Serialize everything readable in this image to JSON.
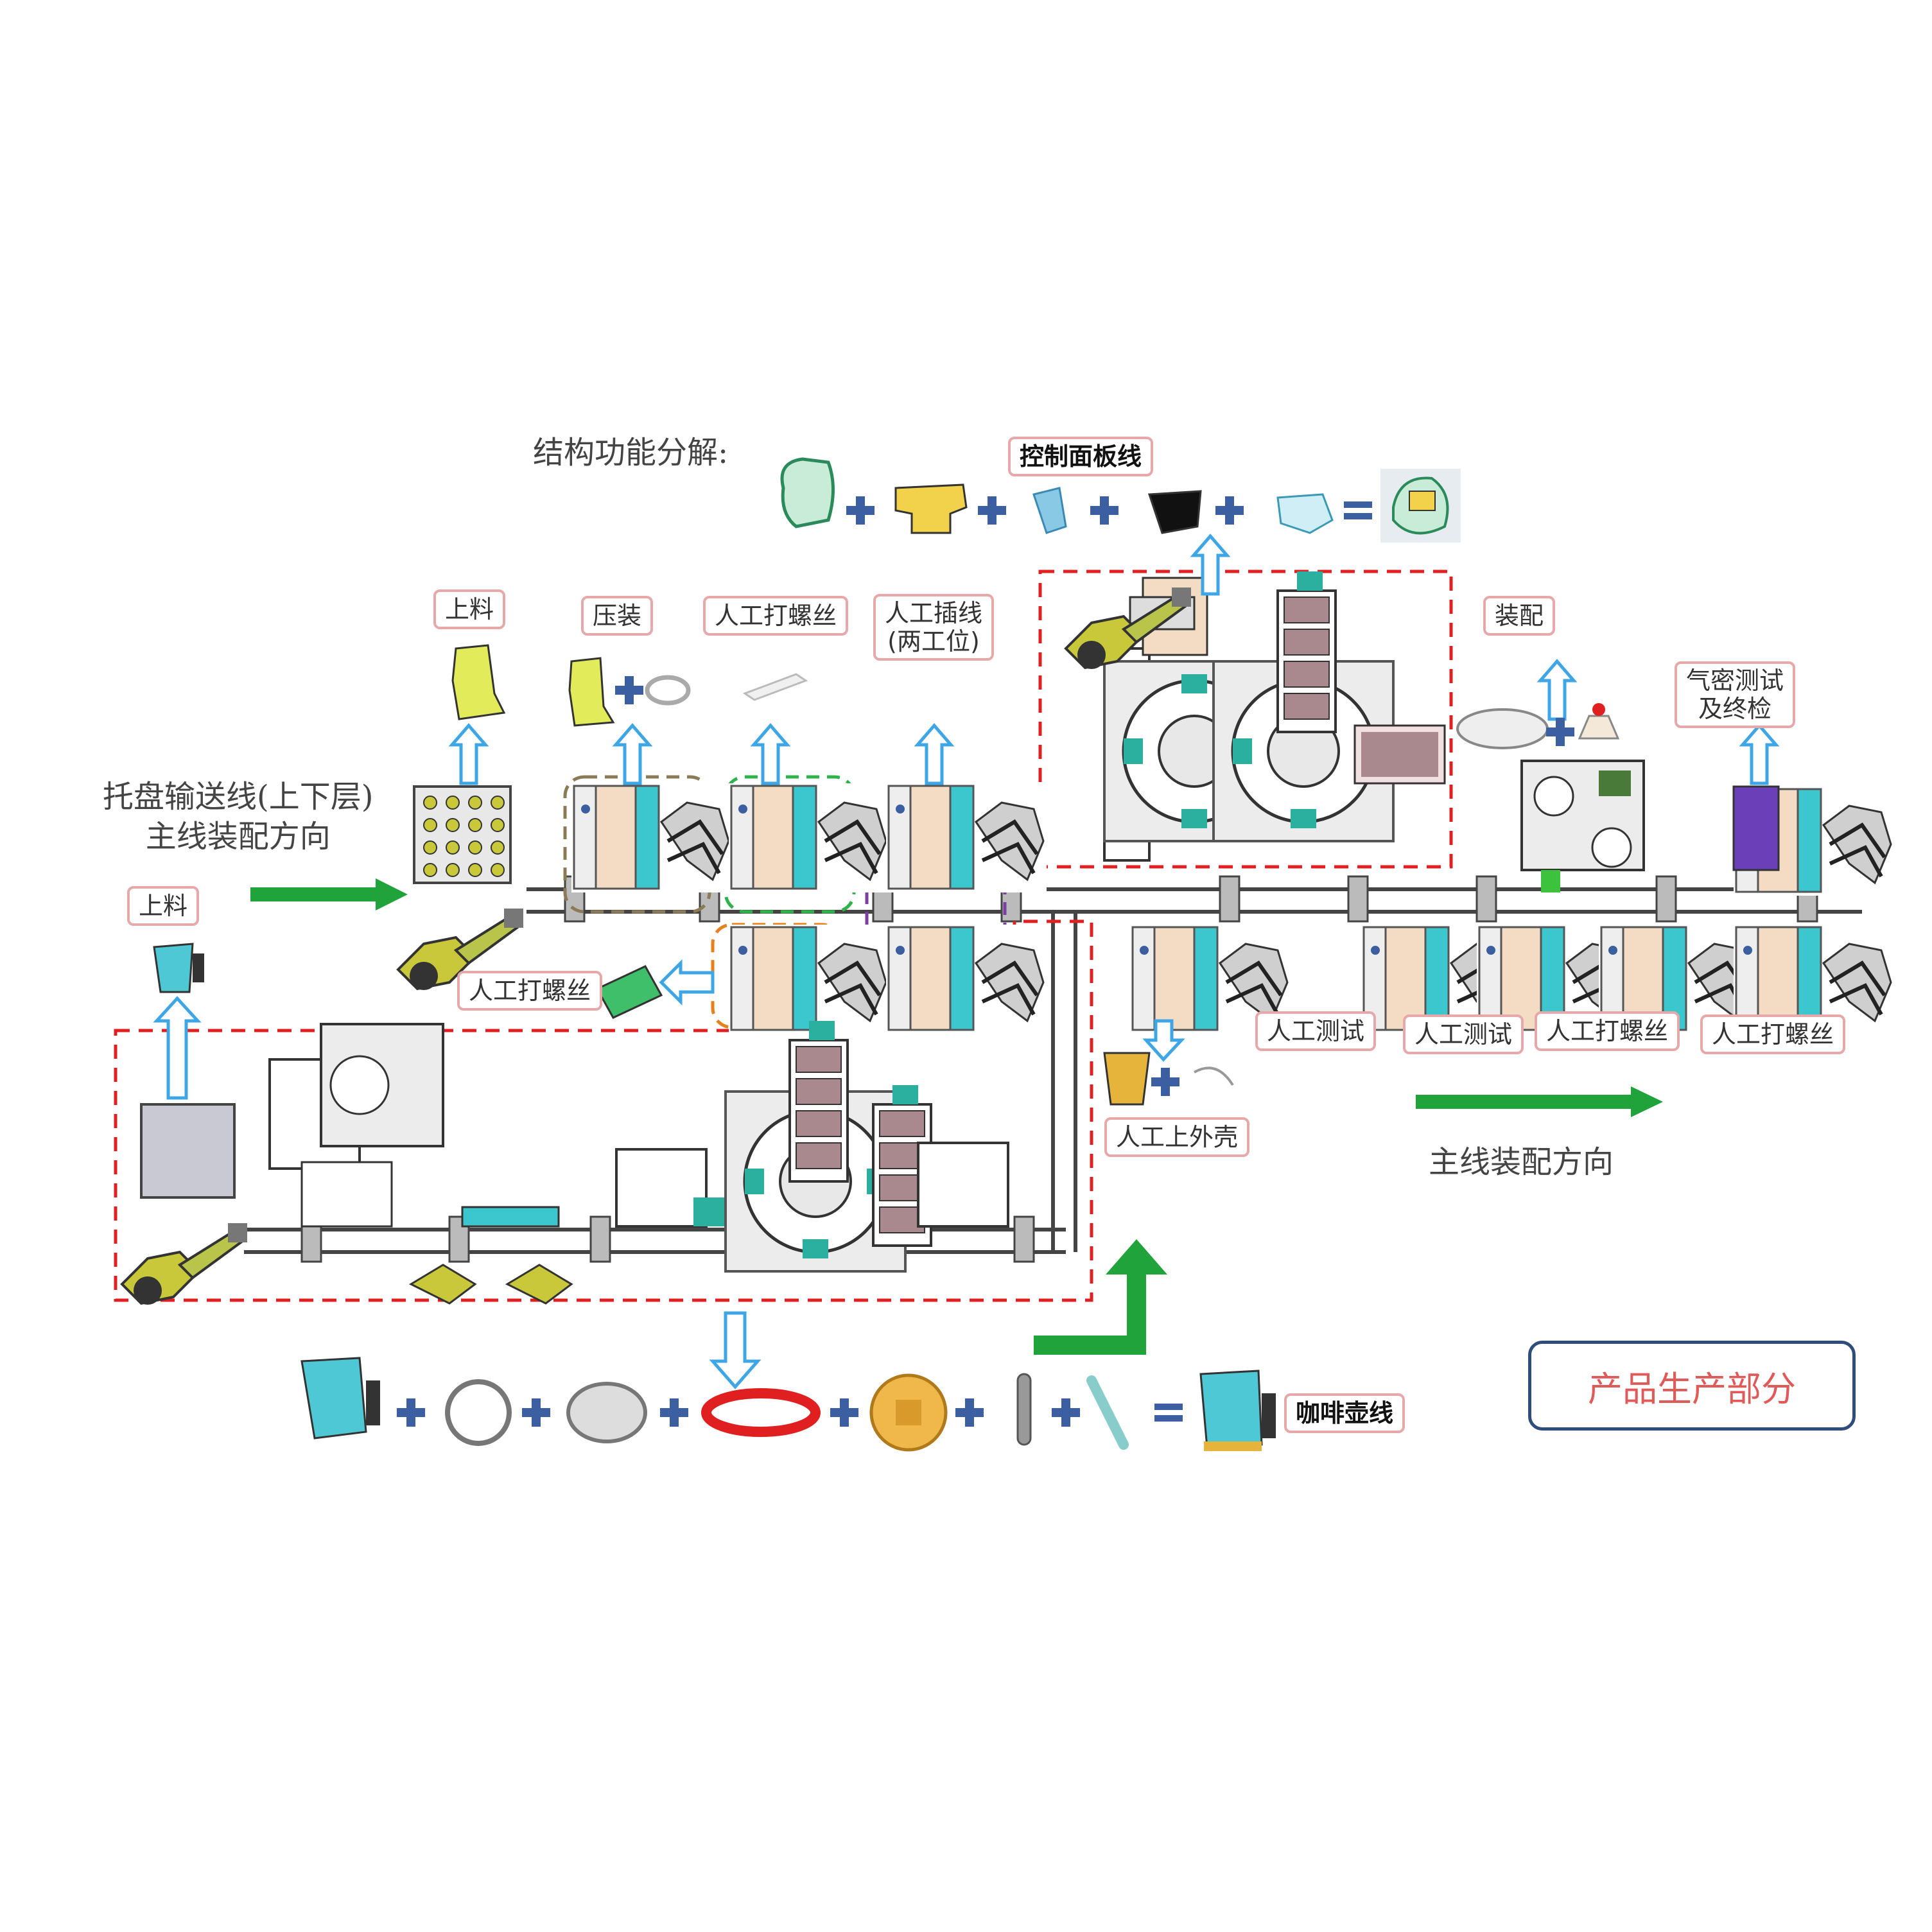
{
  "header": {
    "title": "结构功能分解:",
    "control_panel_line": "控制面板线",
    "coffee_pot_line": "咖啡壶线"
  },
  "labels": {
    "load_top": "上料",
    "press_fit": "压装",
    "manual_screw_top": "人工打螺丝",
    "manual_wiring_l1": "人工插线",
    "manual_wiring_l2": "(两工位)",
    "assembly": "装配",
    "airtight_l1": "气密测试",
    "airtight_l2": "及终检",
    "load_left": "上料",
    "manual_screw_mid": "人工打螺丝",
    "manual_test_1": "人工测试",
    "manual_test_2": "人工测试",
    "manual_screw_r1": "人工打螺丝",
    "manual_screw_r2": "人工打螺丝",
    "manual_shell": "人工上外壳"
  },
  "annotations": {
    "tray_line_l1": "托盘输送线(上下层)",
    "tray_line_l2": "主线装配方向",
    "main_direction": "主线装配方向",
    "product_section": "产品生产部分"
  },
  "colors": {
    "conveyor": "#444444",
    "region_border": "#e02020",
    "flow_arrow": "#1fa33a",
    "up_arrow": "#3fa6e6",
    "plus": "#3b5fa0",
    "station_cyan": "#3cc7cf",
    "station_beige": "#f4dcc4",
    "part_yellow": "#f2d24a",
    "part_teal": "#4fc8d6",
    "ring_red": "#e02020"
  },
  "icons": {
    "station": "workstation-icon",
    "robot": "robot-arm-icon",
    "rotary": "rotary-table-icon",
    "arrow": "blue-up-arrow-icon",
    "plus": "plus-icon",
    "equals": "equals-icon"
  }
}
